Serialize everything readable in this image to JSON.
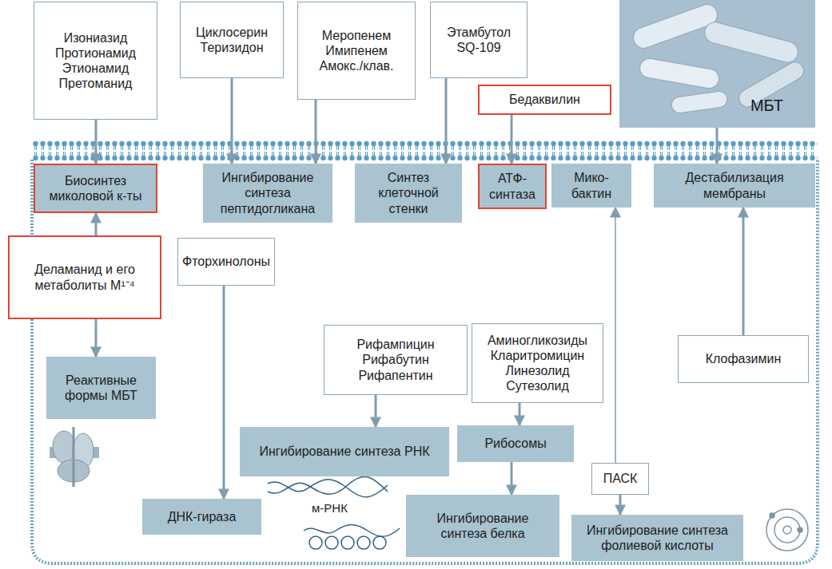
{
  "diagram": {
    "nodes": [
      {
        "text": [
          "Изониазид Протионамид Этионамид Претоманид"
        ]
      },
      {
        "text": [
          "Циклосерин Теризидон"
        ]
      },
      {
        "text": [
          "Меропенем Имипенем Амокс./клав."
        ]
      },
      {
        "text": [
          "Этамбутол SQ-109"
        ]
      },
      {
        "text": [
          "МБТ"
        ]
      },
      {
        "text": [
          "Бедаквилин"
        ]
      },
      {
        "text": [
          "Биосинтез миколовой к-ты"
        ]
      },
      {
        "text": [
          "Ингибирование синтеза пептидогликана"
        ]
      },
      {
        "text": [
          "Синтез клеточной стенки"
        ]
      },
      {
        "text": [
          "АТФ- синтаза"
        ]
      },
      {
        "text": [
          "Мико- бактин"
        ]
      },
      {
        "text": [
          "Дестабилизация мембраны"
        ]
      },
      {
        "text": [
          "Деламанид и его метаболиты М¹⁻⁴"
        ]
      },
      {
        "text": [
          "Фторхинолоны"
        ]
      },
      {
        "text": [
          "Рифампицин Рифабутин Рифапентин"
        ]
      },
      {
        "text": [
          "Аминогликозиды Кларитромицин Линезолид Сутезолид"
        ]
      },
      {
        "text": [
          "Клофазимин"
        ]
      },
      {
        "text": [
          "Реактивные формы МБТ"
        ]
      },
      {
        "text": [
          "ПАСК"
        ]
      },
      {
        "text": [
          "Ингибирование синтеза РНК"
        ]
      },
      {
        "text": [
          "Рибосомы"
        ]
      },
      {
        "text": [
          "ДНК-гираза"
        ]
      },
      {
        "text": [
          "Ингибирование синтеза белка"
        ]
      },
      {
        "text": [
          "Ингибирование синтеза фолиевой кислоты"
        ]
      }
    ],
    "edges": [
      {
        "from": 0,
        "to": 6,
        "arrow": "to"
      },
      {
        "from": 1,
        "to": 7,
        "arrow": "to"
      },
      {
        "from": 2,
        "to": 7,
        "arrow": "to"
      },
      {
        "from": 3,
        "to": 8,
        "arrow": "to"
      },
      {
        "from": 5,
        "to": 9,
        "arrow": "to"
      },
      {
        "from": 4,
        "to": 11,
        "arrow": "to"
      },
      {
        "from": 12,
        "to": 6,
        "arrow": "to"
      },
      {
        "from": 12,
        "to": 17,
        "arrow": "to"
      },
      {
        "from": 13,
        "to": 21,
        "arrow": "to"
      },
      {
        "from": 14,
        "to": 19,
        "arrow": "to"
      },
      {
        "from": 15,
        "to": 20,
        "arrow": "to"
      },
      {
        "from": 20,
        "to": 22,
        "arrow": "to"
      },
      {
        "from": 16,
        "to": 11,
        "arrow": "to"
      },
      {
        "from": 18,
        "to": 23,
        "arrow": "to"
      },
      {
        "from": 18,
        "to": 10,
        "arrow": "to"
      }
    ],
    "labels": [
      "м-РНК"
    ]
  }
}
